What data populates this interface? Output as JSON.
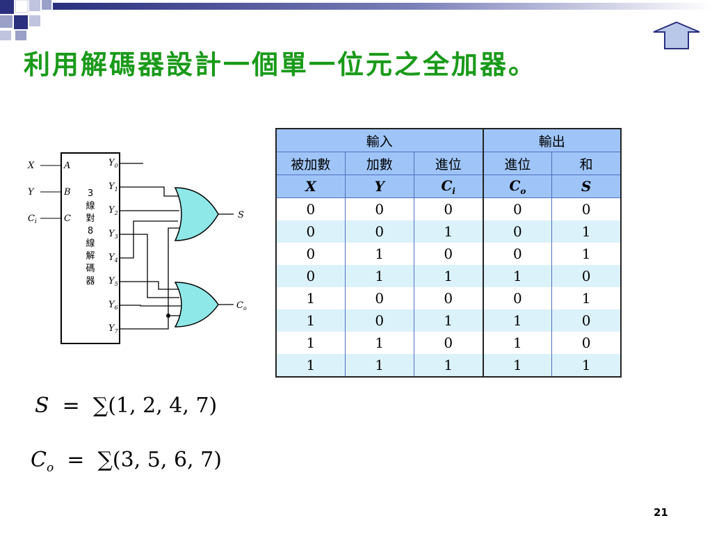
{
  "slide": {
    "title": "利用解碼器設計一個單一位元之全加器。",
    "page_number": "21",
    "accent_color": "#1a9a1a",
    "nav_icon": "up-arrow-icon"
  },
  "circuit": {
    "inputs": [
      "X",
      "Y",
      "C"
    ],
    "input_c_sub": "i",
    "decoder_pins": [
      "A",
      "B",
      "C"
    ],
    "decoder_label": [
      "3",
      "線",
      "對",
      "8",
      "線",
      "解",
      "碼",
      "器"
    ],
    "outputs": [
      "0",
      "1",
      "2",
      "3",
      "4",
      "5",
      "6",
      "7"
    ],
    "output_letter": "Y",
    "s_label": "S",
    "co_label": "C",
    "co_sub": "o"
  },
  "table": {
    "group_headers": [
      "輸入",
      "輸出"
    ],
    "col_headers": [
      "被加數",
      "加數",
      "進位",
      "進位",
      "和"
    ],
    "var_headers": [
      "X",
      "Y",
      "C",
      "C",
      "S"
    ],
    "var_subs": [
      "",
      "",
      "i",
      "o",
      ""
    ],
    "rows": [
      [
        "0",
        "0",
        "0",
        "0",
        "0"
      ],
      [
        "0",
        "0",
        "1",
        "0",
        "1"
      ],
      [
        "0",
        "1",
        "0",
        "0",
        "1"
      ],
      [
        "0",
        "1",
        "1",
        "1",
        "0"
      ],
      [
        "1",
        "0",
        "0",
        "0",
        "1"
      ],
      [
        "1",
        "0",
        "1",
        "1",
        "0"
      ],
      [
        "1",
        "1",
        "0",
        "1",
        "0"
      ],
      [
        "1",
        "1",
        "1",
        "1",
        "1"
      ]
    ]
  },
  "equations": {
    "s_lhs": "S",
    "s_rhs": "∑(1, 2, 4, 7)",
    "co_lhs": "C",
    "co_sub": "o",
    "co_rhs": "∑(3, 5, 6, 7)",
    "equals": "="
  }
}
